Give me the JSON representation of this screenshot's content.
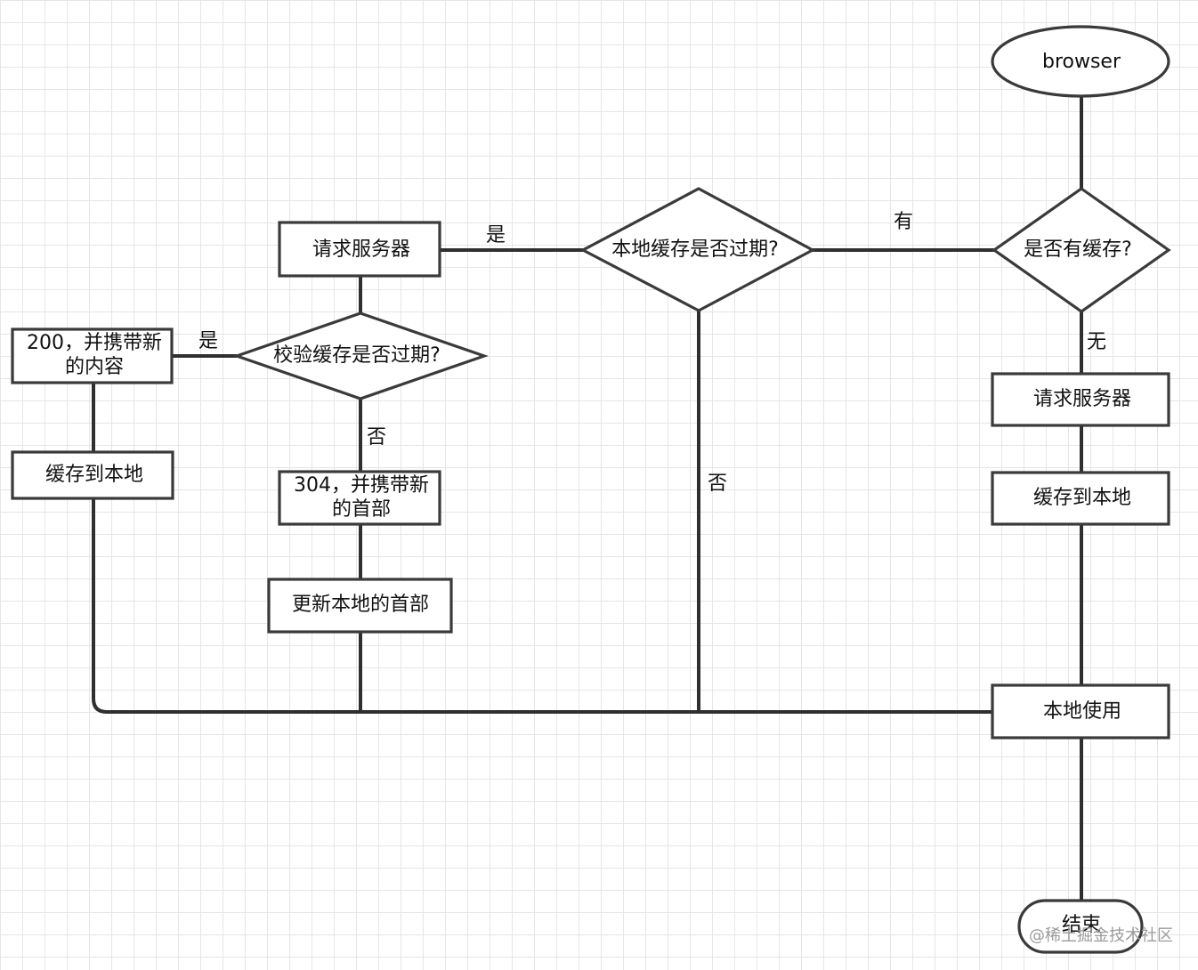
{
  "nodes": {
    "browser": "browser",
    "has_cache": "是否有缓存?",
    "local_expired": "本地缓存是否过期?",
    "request_server_left": "请求服务器",
    "validate_expired": "校验缓存是否过期?",
    "resp_200_line1": "200，并携带新",
    "resp_200_line2": "的内容",
    "cache_local_left": "缓存到本地",
    "resp_304_line1": "304，并携带新",
    "resp_304_line2": "的首部",
    "update_headers": "更新本地的首部",
    "request_server_right": "请求服务器",
    "cache_local_right": "缓存到本地",
    "use_local": "本地使用",
    "end": "结束"
  },
  "edge_labels": {
    "has": "有",
    "none": "无",
    "yes_to_request": "是",
    "yes_to_200": "是",
    "no_to_304": "否",
    "no_to_use": "否"
  },
  "watermark": "@稀土掘金技术社区"
}
